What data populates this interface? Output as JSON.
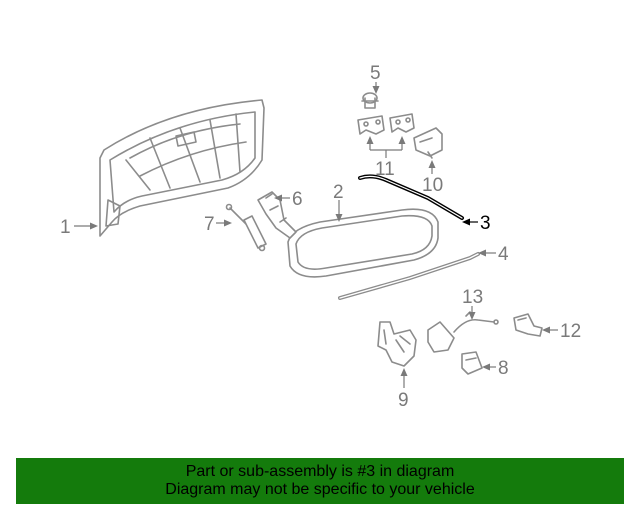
{
  "callouts": {
    "c1": "1",
    "c2": "2",
    "c3": "3",
    "c4": "4",
    "c5": "5",
    "c6": "6",
    "c7": "7",
    "c8": "8",
    "c9": "9",
    "c10": "10",
    "c11": "11",
    "c12": "12",
    "c13": "13"
  },
  "highlight_color": "#000000",
  "callout_color": "#7a7a7a",
  "banner": {
    "background": "#147b0c",
    "line1": "Part or sub-assembly is #3 in diagram",
    "line2": "Diagram may not be specific to your vehicle"
  }
}
